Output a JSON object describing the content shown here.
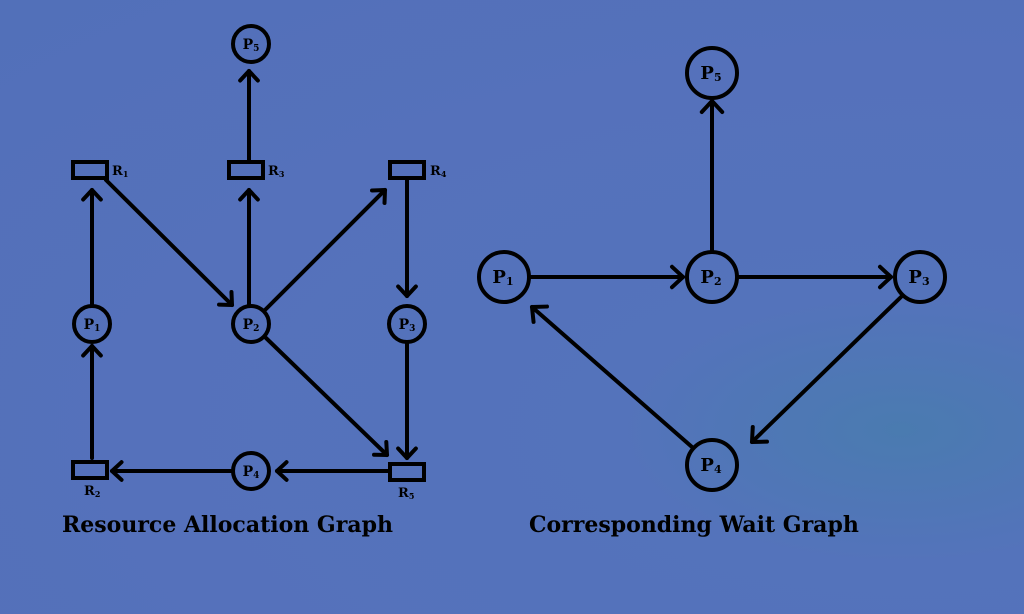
{
  "colors": {
    "background": "#5571bb",
    "stroke": "#000000"
  },
  "rag": {
    "caption": "Resource Allocation Graph",
    "processes": [
      {
        "id": "P5",
        "label": "P",
        "sub": "5"
      },
      {
        "id": "P1",
        "label": "P",
        "sub": "1"
      },
      {
        "id": "P2",
        "label": "P",
        "sub": "2"
      },
      {
        "id": "P3",
        "label": "P",
        "sub": "3"
      },
      {
        "id": "P4",
        "label": "P",
        "sub": "4"
      }
    ],
    "resources": [
      {
        "id": "R1",
        "label": "R",
        "sub": "1"
      },
      {
        "id": "R2",
        "label": "R",
        "sub": "2"
      },
      {
        "id": "R3",
        "label": "R",
        "sub": "3"
      },
      {
        "id": "R4",
        "label": "R",
        "sub": "4"
      },
      {
        "id": "R5",
        "label": "R",
        "sub": "5"
      }
    ],
    "edges": [
      {
        "from": "P1",
        "to": "R1"
      },
      {
        "from": "R1",
        "to": "P2"
      },
      {
        "from": "P2",
        "to": "R3"
      },
      {
        "from": "R3",
        "to": "P5"
      },
      {
        "from": "P2",
        "to": "R4"
      },
      {
        "from": "R4",
        "to": "P3"
      },
      {
        "from": "P3",
        "to": "R5"
      },
      {
        "from": "P2",
        "to": "R5"
      },
      {
        "from": "R5",
        "to": "P4"
      },
      {
        "from": "P4",
        "to": "R2"
      },
      {
        "from": "R2",
        "to": "P1"
      }
    ]
  },
  "wfg": {
    "caption": "Corresponding Wait Graph",
    "processes": [
      {
        "id": "P5",
        "label": "P",
        "sub": "5"
      },
      {
        "id": "P1",
        "label": "P",
        "sub": "1"
      },
      {
        "id": "P2",
        "label": "P",
        "sub": "2"
      },
      {
        "id": "P3",
        "label": "P",
        "sub": "3"
      },
      {
        "id": "P4",
        "label": "P",
        "sub": "4"
      }
    ],
    "edges": [
      {
        "from": "P1",
        "to": "P2"
      },
      {
        "from": "P2",
        "to": "P5"
      },
      {
        "from": "P2",
        "to": "P3"
      },
      {
        "from": "P3",
        "to": "P4"
      },
      {
        "from": "P4",
        "to": "P1"
      }
    ]
  }
}
